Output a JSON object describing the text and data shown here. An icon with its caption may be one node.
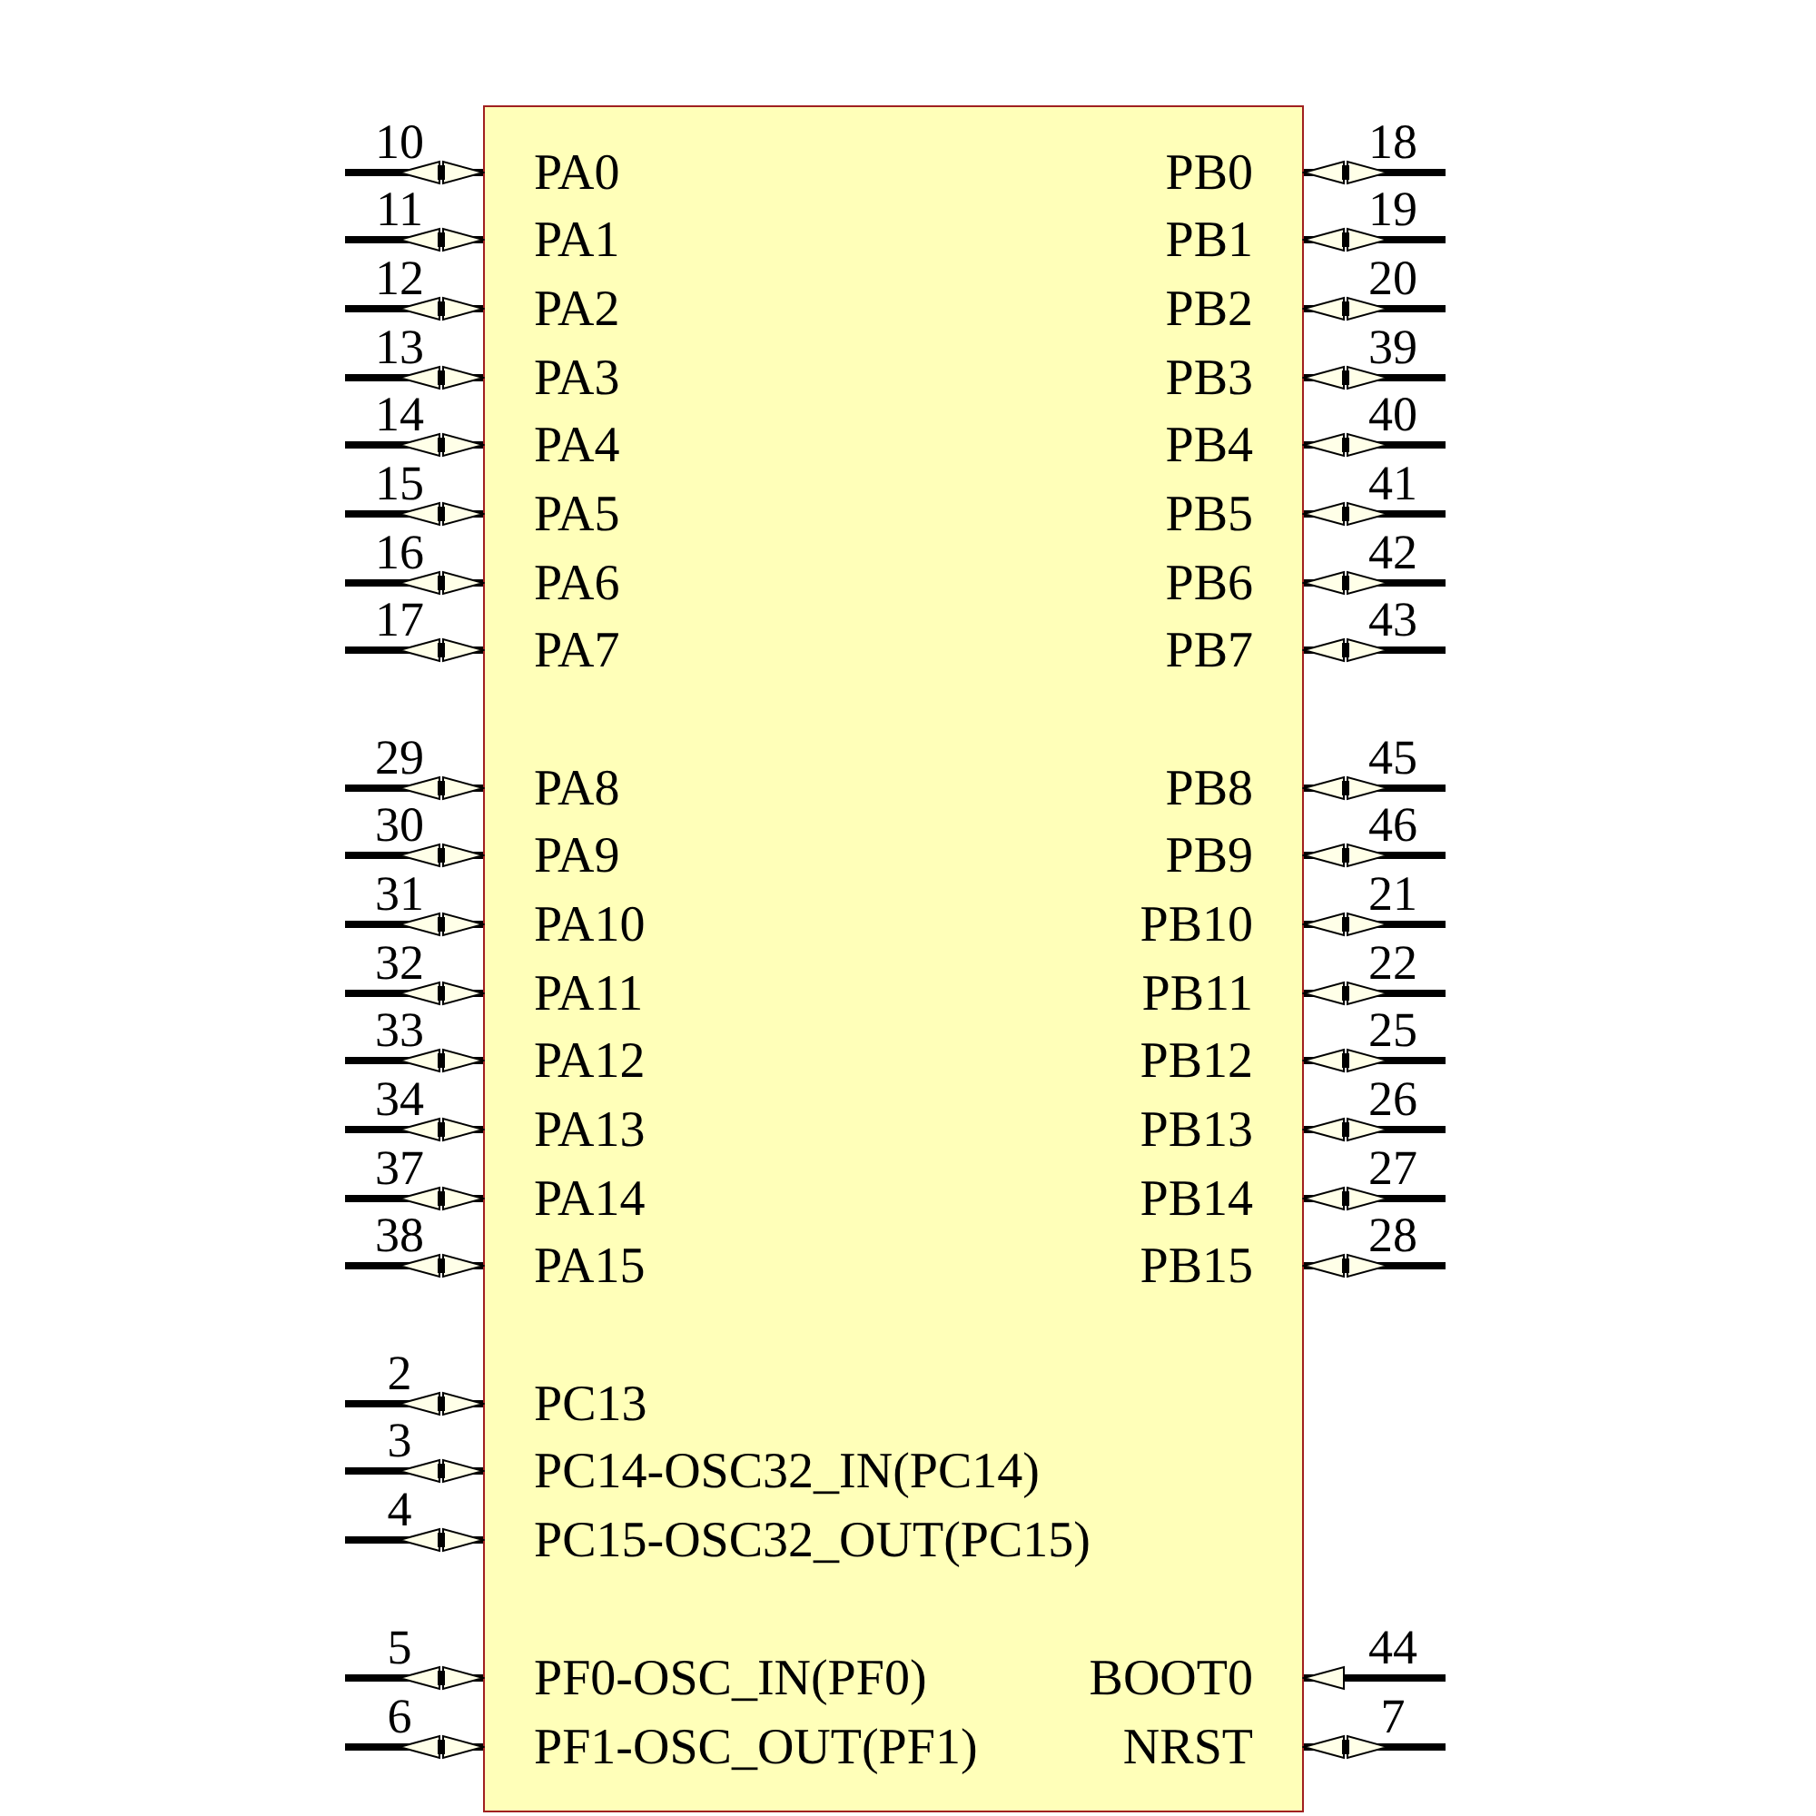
{
  "diagram": {
    "nodes": [
      {
        "text": [],
        "shape": "box"
      },
      {
        "text": [
          "PA0"
        ],
        "in": 0
      },
      {
        "text": [
          "PB0"
        ],
        "in": 0
      },
      {
        "text": [
          "PA1"
        ],
        "in": 0
      },
      {
        "text": [
          "PB1"
        ],
        "in": 0
      },
      {
        "text": [
          "PA2"
        ],
        "in": 0
      },
      {
        "text": [
          "PB2"
        ],
        "in": 0
      },
      {
        "text": [
          "PA3"
        ],
        "in": 0
      },
      {
        "text": [
          "PB3"
        ],
        "in": 0
      },
      {
        "text": [
          "PA4"
        ],
        "in": 0
      },
      {
        "text": [
          "PB4"
        ],
        "in": 0
      },
      {
        "text": [
          "PA5"
        ],
        "in": 0
      },
      {
        "text": [
          "PB5"
        ],
        "in": 0
      },
      {
        "text": [
          "PA6"
        ],
        "in": 0
      },
      {
        "text": [
          "PB6"
        ],
        "in": 0
      },
      {
        "text": [
          "PA7"
        ],
        "in": 0
      },
      {
        "text": [
          "PB7"
        ],
        "in": 0
      },
      {
        "text": [
          "PA8"
        ],
        "in": 0
      },
      {
        "text": [
          "PB8"
        ],
        "in": 0
      },
      {
        "text": [
          "PA9"
        ],
        "in": 0
      },
      {
        "text": [
          "PB9"
        ],
        "in": 0
      },
      {
        "text": [
          "PA10"
        ],
        "in": 0
      },
      {
        "text": [
          "PB10"
        ],
        "in": 0
      },
      {
        "text": [
          "PA11"
        ],
        "in": 0
      },
      {
        "text": [
          "PB11"
        ],
        "in": 0
      },
      {
        "text": [
          "PA12"
        ],
        "in": 0
      },
      {
        "text": [
          "PB12"
        ],
        "in": 0
      },
      {
        "text": [
          "PA13"
        ],
        "in": 0
      },
      {
        "text": [
          "PB13"
        ],
        "in": 0
      },
      {
        "text": [
          "PA14"
        ],
        "in": 0
      },
      {
        "text": [
          "PB14"
        ],
        "in": 0
      },
      {
        "text": [
          "PA15"
        ],
        "in": 0
      },
      {
        "text": [
          "PB15"
        ],
        "in": 0
      },
      {
        "text": [
          "PC13"
        ],
        "in": 0
      },
      {
        "text": [
          "PC14-OSC32_IN(PC14)"
        ],
        "in": 0
      },
      {
        "text": [
          "PC15-OSC32_OUT(PC15)"
        ],
        "in": 0
      },
      {
        "text": [
          "PF0-OSC_IN(PF0)"
        ],
        "in": 0
      },
      {
        "text": [
          "BOOT0"
        ],
        "in": 0
      },
      {
        "text": [
          "PF1-OSC_OUT(PF1)"
        ],
        "in": 0
      },
      {
        "text": [
          "NRST"
        ],
        "in": 0
      }
    ],
    "edges": [
      {
        "from": null,
        "to": 1,
        "arrow": "to",
        "label": "10"
      },
      {
        "from": null,
        "to": 2,
        "arrow": "to",
        "label": "18"
      },
      {
        "from": null,
        "to": 3,
        "arrow": "to",
        "label": "11"
      },
      {
        "from": null,
        "to": 4,
        "arrow": "to",
        "label": "19"
      },
      {
        "from": null,
        "to": 5,
        "arrow": "to",
        "label": "12"
      },
      {
        "from": null,
        "to": 6,
        "arrow": "to",
        "label": "20"
      },
      {
        "from": null,
        "to": 7,
        "arrow": "to",
        "label": "13"
      },
      {
        "from": null,
        "to": 8,
        "arrow": "to",
        "label": "39"
      },
      {
        "from": null,
        "to": 9,
        "arrow": "to",
        "label": "14"
      },
      {
        "from": null,
        "to": 10,
        "arrow": "to",
        "label": "40"
      },
      {
        "from": null,
        "to": 11,
        "arrow": "to",
        "label": "15"
      },
      {
        "from": null,
        "to": 12,
        "arrow": "to",
        "label": "41"
      },
      {
        "from": null,
        "to": 13,
        "arrow": "to",
        "label": "16"
      },
      {
        "from": null,
        "to": 14,
        "arrow": "to",
        "label": "42"
      },
      {
        "from": null,
        "to": 15,
        "arrow": "to",
        "label": "17"
      },
      {
        "from": null,
        "to": 16,
        "arrow": "to",
        "label": "43"
      },
      {
        "from": null,
        "to": 17,
        "arrow": "to",
        "label": "29"
      },
      {
        "from": null,
        "to": 18,
        "arrow": "to",
        "label": "45"
      },
      {
        "from": null,
        "to": 19,
        "arrow": "to",
        "label": "30"
      },
      {
        "from": null,
        "to": 20,
        "arrow": "to",
        "label": "46"
      },
      {
        "from": null,
        "to": 21,
        "arrow": "to",
        "label": "31"
      },
      {
        "from": null,
        "to": 22,
        "arrow": "to",
        "label": "21"
      },
      {
        "from": null,
        "to": 23,
        "arrow": "to",
        "label": "32"
      },
      {
        "from": null,
        "to": 24,
        "arrow": "to",
        "label": "22"
      },
      {
        "from": null,
        "to": 25,
        "arrow": "to",
        "label": "33"
      },
      {
        "from": null,
        "to": 26,
        "arrow": "to",
        "label": "25"
      },
      {
        "from": null,
        "to": 27,
        "arrow": "to",
        "label": "34"
      },
      {
        "from": null,
        "to": 28,
        "arrow": "to",
        "label": "26"
      },
      {
        "from": null,
        "to": 29,
        "arrow": "to",
        "label": "37"
      },
      {
        "from": null,
        "to": 30,
        "arrow": "to",
        "label": "27"
      },
      {
        "from": null,
        "to": 31,
        "arrow": "to",
        "label": "38"
      },
      {
        "from": null,
        "to": 32,
        "arrow": "to",
        "label": "28"
      },
      {
        "from": null,
        "to": 33,
        "arrow": "to",
        "label": "2"
      },
      {
        "from": null,
        "to": 34,
        "arrow": "to",
        "label": "3"
      },
      {
        "from": null,
        "to": 35,
        "arrow": "to",
        "label": "4"
      },
      {
        "from": null,
        "to": 36,
        "arrow": "to",
        "label": "5"
      },
      {
        "from": null,
        "to": 37,
        "arrow": "to",
        "label": "44"
      },
      {
        "from": null,
        "to": 38,
        "arrow": "to",
        "label": "6"
      },
      {
        "from": null,
        "to": 39,
        "arrow": "to",
        "label": "7"
      }
    ]
  }
}
